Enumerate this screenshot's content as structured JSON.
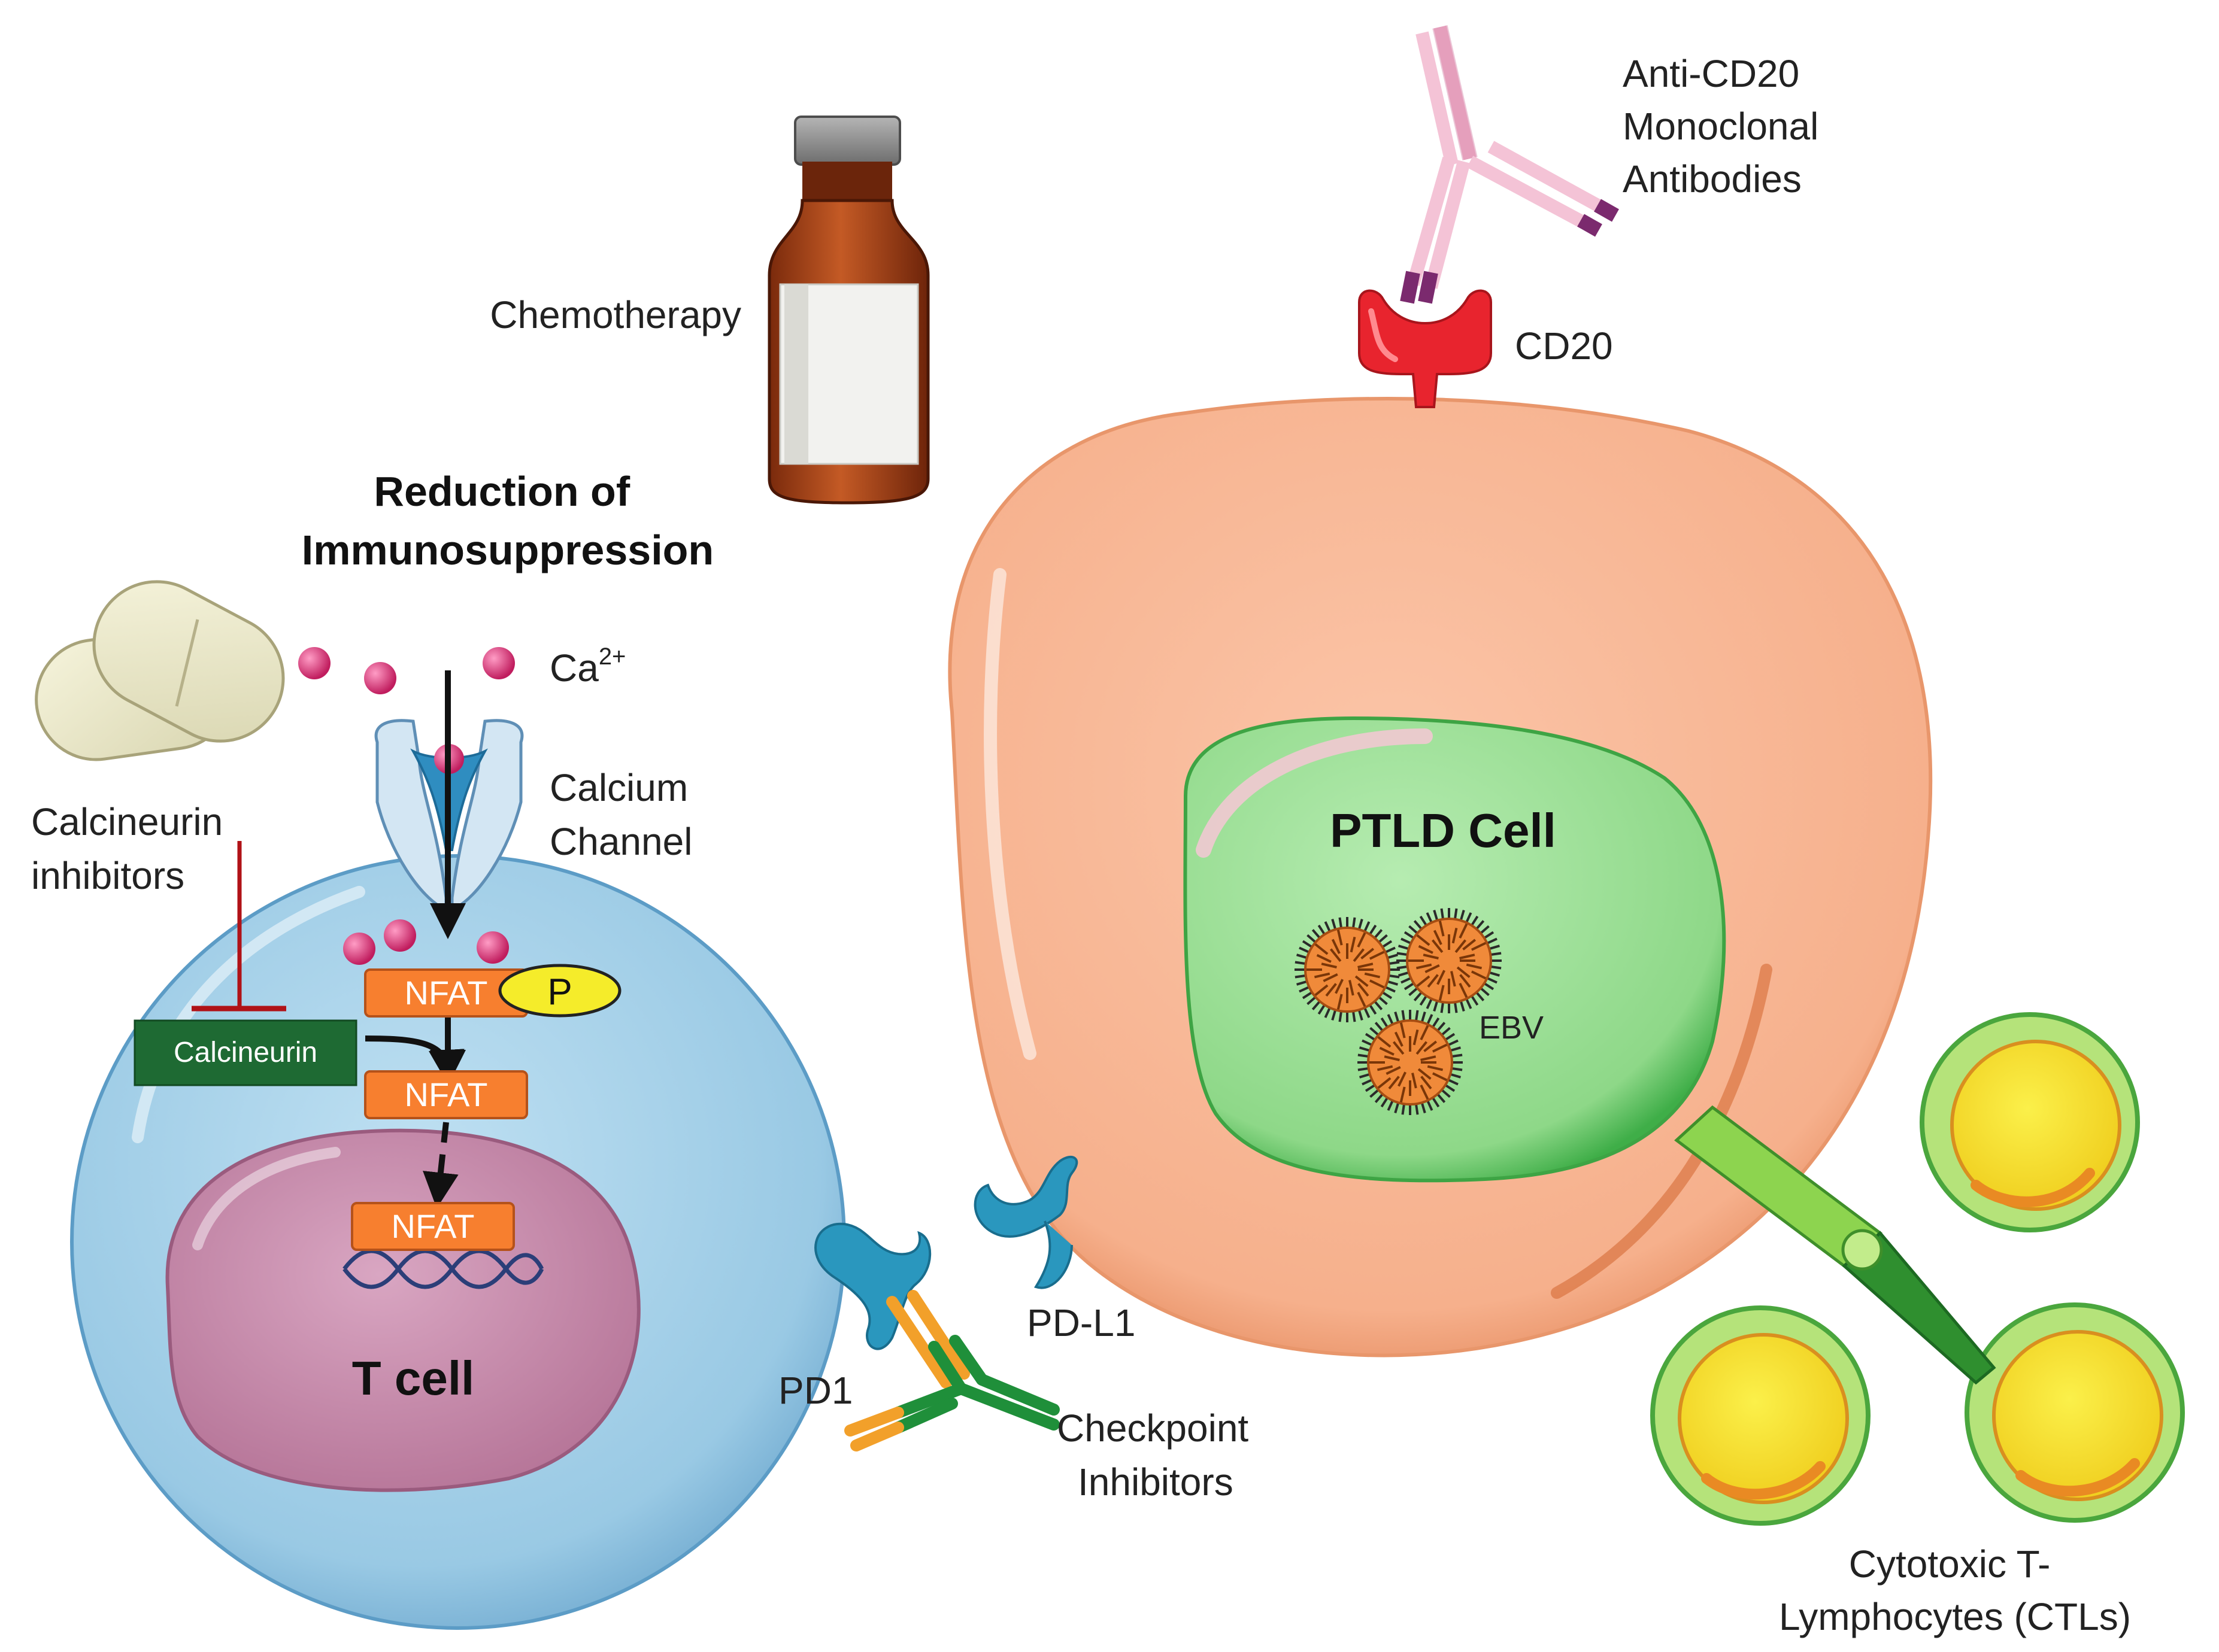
{
  "labels": {
    "chemotherapy": "Chemotherapy",
    "anti_cd20_line1": "Anti-CD20",
    "anti_cd20_line2": "Monoclonal",
    "anti_cd20_line3": "Antibodies",
    "cd20": "CD20",
    "reduction_line1": "Reduction of",
    "reduction_line2": "Immunosuppression",
    "ca_base": "Ca",
    "ca_superscript": "2+",
    "calcium_channel_line1": "Calcium",
    "calcium_channel_line2": "Channel",
    "calcineurin_inhibitors_line1": "Calcineurin",
    "calcineurin_inhibitors_line2": "inhibitors",
    "calcineurin": "Calcineurin",
    "nfat_phospho": "NFAT",
    "phosphate": "P",
    "nfat_cytoplasm": "NFAT",
    "nfat_nucleus": "NFAT",
    "t_cell": "T cell",
    "ptld_cell": "PTLD Cell",
    "ebv": "EBV",
    "pd1": "PD1",
    "pdl1": "PD-L1",
    "checkpoint_line1": "Checkpoint",
    "checkpoint_line2": "Inhibitors",
    "ctl_line1": "Cytotoxic T-",
    "ctl_line2": "Lymphocytes (CTLs)"
  },
  "colors": {
    "t_cell_membrane": "#a9d3e9",
    "t_cell_nucleus": "#c98fae",
    "ptld_membrane": "#f8b996",
    "ptld_nucleus": "#9fe09a",
    "ebv_virus": "#f08a3a",
    "nfat_box": "#f77f2f",
    "calcineurin_box": "#1e6a33",
    "phosphate": "#f5ec2a",
    "calcium_ion": "#e0307a",
    "cd20": "#e8242e",
    "inhibition_line": "#b01217",
    "antibody_pink": "#f2b9cf",
    "pd_receptor": "#2a97be",
    "ctl_cytoplasm": "#f7e92a",
    "ctl_ring": "#8fd13d",
    "ctl_syringe": "#5cb335"
  }
}
